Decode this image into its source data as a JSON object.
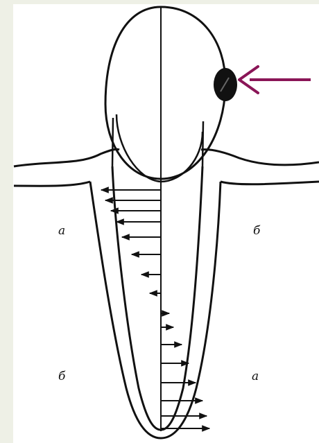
{
  "diagram": {
    "labels": {
      "top_left": "а",
      "top_right": "б",
      "bottom_left": "б",
      "bottom_right": "а"
    },
    "colors": {
      "background": "#eef0e6",
      "panel": "#ffffff",
      "line": "#111111",
      "pointer_arrow": "#8a1557",
      "contact_point": "#111111"
    },
    "icons": {
      "pointer": "arrow-left-icon",
      "contact": "filled-blob"
    }
  }
}
